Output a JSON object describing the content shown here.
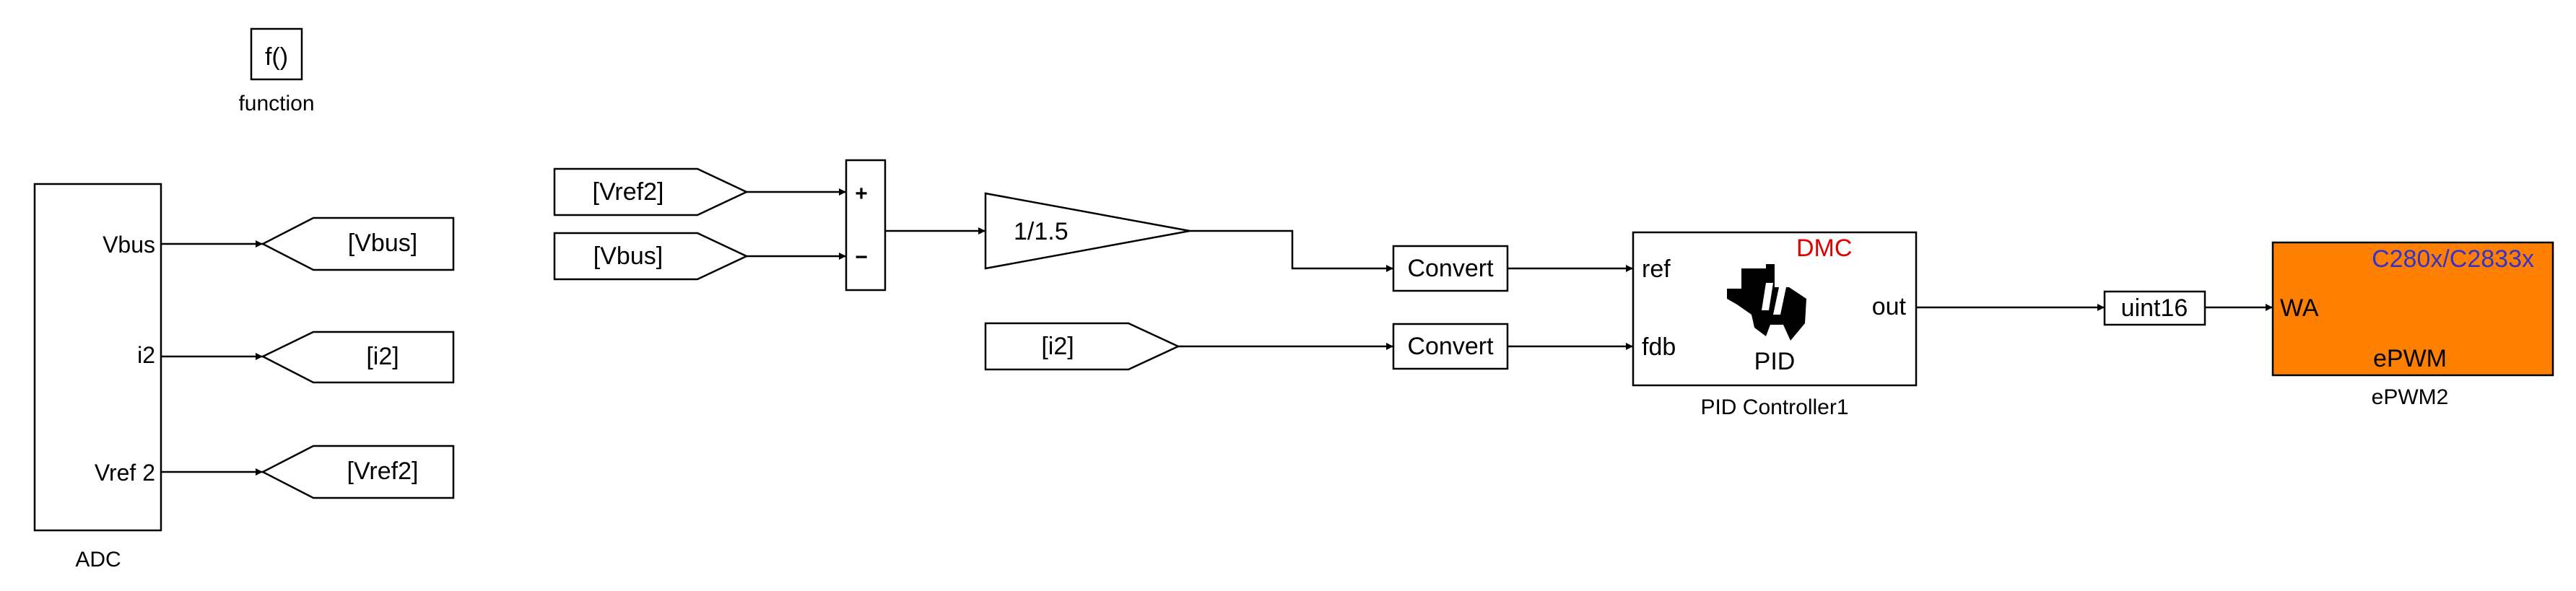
{
  "diagram": {
    "function_block": {
      "symbol": "f()",
      "caption": "function"
    },
    "adc": {
      "caption": "ADC",
      "ports": [
        "Vbus",
        "i2",
        "Vref 2"
      ]
    },
    "goto_tags": [
      "[Vbus]",
      "[i2]",
      "[Vref2]"
    ],
    "from_tags": {
      "vref2": "[Vref2]",
      "vbus": "[Vbus]",
      "i2": "[i2]"
    },
    "sum": {
      "signs": [
        "+",
        "−"
      ]
    },
    "gain": {
      "label": "1/1.5"
    },
    "convert_ref": "Convert",
    "convert_fdb": "Convert",
    "pid": {
      "caption": "PID Controller1",
      "in_ref": "ref",
      "in_fdb": "fdb",
      "out": "out",
      "badge": "DMC",
      "name": "PID",
      "badge_color": "#e00000",
      "logo": "texas-instruments-logo"
    },
    "uint16": "uint16",
    "epwm": {
      "caption": "ePWM2",
      "chip": "C280x/C2833x",
      "input": "WA",
      "name": "ePWM",
      "fill_color": "#ff8000",
      "chip_color": "#3333cc"
    }
  }
}
